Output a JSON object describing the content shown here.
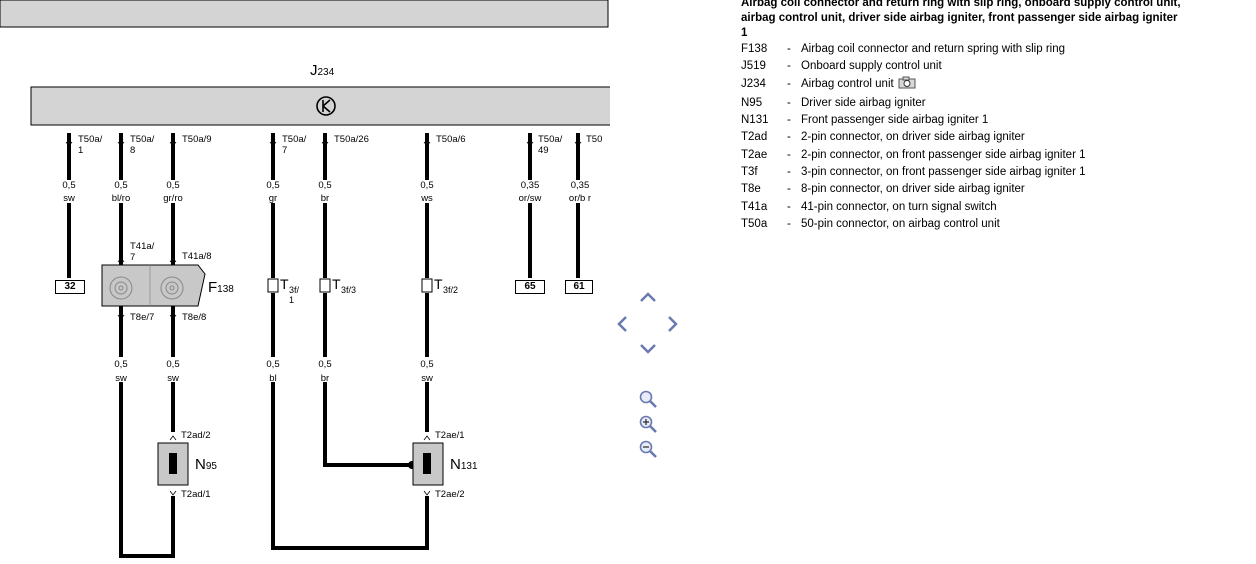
{
  "diagram": {
    "control_unit": {
      "label": "J",
      "label_sub": "234"
    },
    "terminals": [
      {
        "id": "t1",
        "label": "T50a/\n1",
        "gauge": "0,5",
        "color": "sw"
      },
      {
        "id": "t2",
        "label": "T50a/\n8",
        "gauge": "0,5",
        "color": "bl/ro"
      },
      {
        "id": "t3",
        "label": "T50a/9",
        "gauge": "0,5",
        "color": "gr/ro"
      },
      {
        "id": "t4",
        "label": "T50a/\n7",
        "gauge": "0,5",
        "color": "gr"
      },
      {
        "id": "t5",
        "label": "T50a/26",
        "gauge": "0,5",
        "color": "br"
      },
      {
        "id": "t6",
        "label": "T50a/6",
        "gauge": "0,5",
        "color": "ws"
      },
      {
        "id": "t7",
        "label": "T50a/\n49",
        "gauge": "0,35",
        "color": "or/sw"
      },
      {
        "id": "t8",
        "label": "T50",
        "gauge": "0,35",
        "color": "or/b r"
      }
    ],
    "ref_boxes": [
      {
        "id": "r32",
        "label": "32"
      },
      {
        "id": "r65",
        "label": "65"
      },
      {
        "id": "r61",
        "label": "61"
      }
    ],
    "f138": {
      "label": "F",
      "label_sub": "138",
      "pin_in_left": "T41a/\n7",
      "pin_in_right": "T41a/8",
      "pin_out_left": "T8e/7",
      "pin_out_right": "T8e/8"
    },
    "t3f_connectors": [
      {
        "id": "c1",
        "label": "T",
        "sub": "3f/\n1"
      },
      {
        "id": "c2",
        "label": "T",
        "sub": "3f/3"
      },
      {
        "id": "c3",
        "label": "T",
        "sub": "3f/2"
      }
    ],
    "lower_wires": [
      {
        "id": "w1",
        "gauge": "0,5",
        "color": "sw"
      },
      {
        "id": "w2",
        "gauge": "0,5",
        "color": "sw"
      },
      {
        "id": "w3",
        "gauge": "0,5",
        "color": "bl"
      },
      {
        "id": "w4",
        "gauge": "0,5",
        "color": "br"
      },
      {
        "id": "w5",
        "gauge": "0,5",
        "color": "sw"
      }
    ],
    "n95": {
      "label": "N",
      "label_sub": "95",
      "pin_top": "T2ad/2",
      "pin_bottom": "T2ad/1"
    },
    "n131": {
      "label": "N",
      "label_sub": "131",
      "pin_top": "T2ae/1",
      "pin_bottom": "T2ae/2"
    }
  },
  "legend": {
    "title_lines": [
      "Airbag coil connector and return ring with slip ring, onboard supply control unit,",
      "airbag control unit, driver side airbag igniter, front passenger side airbag igniter",
      "1"
    ],
    "items": [
      {
        "code": "F138",
        "desc": "Airbag coil connector and return spring with slip ring"
      },
      {
        "code": "J519",
        "desc": "Onboard supply control unit"
      },
      {
        "code": "J234",
        "desc": "Airbag control unit",
        "camera": true
      },
      {
        "code": "N95",
        "desc": "Driver side airbag igniter"
      },
      {
        "code": "N131",
        "desc": "Front passenger side airbag igniter 1"
      },
      {
        "code": "T2ad",
        "desc": "2-pin connector, on driver side airbag igniter"
      },
      {
        "code": "T2ae",
        "desc": "2-pin connector, on front passenger side airbag igniter 1"
      },
      {
        "code": "T3f",
        "desc": "3-pin connector, on front passenger side airbag igniter 1"
      },
      {
        "code": "T8e",
        "desc": "8-pin connector, on driver side airbag igniter"
      },
      {
        "code": "T41a",
        "desc": "41-pin connector, on turn signal switch"
      },
      {
        "code": "T50a",
        "desc": "50-pin connector, on airbag control unit"
      }
    ],
    "dash": "-"
  },
  "nav": {
    "icons": [
      "pan-up-icon",
      "pan-left-icon",
      "pan-right-icon",
      "pan-down-icon",
      "zoom-fit-icon",
      "zoom-in-icon",
      "zoom-out-icon"
    ],
    "accent": "#6a7ab0"
  },
  "colors": {
    "wire": "#000000",
    "component_fill": "#c8c8c8",
    "header_fill": "#d4d4d4"
  }
}
